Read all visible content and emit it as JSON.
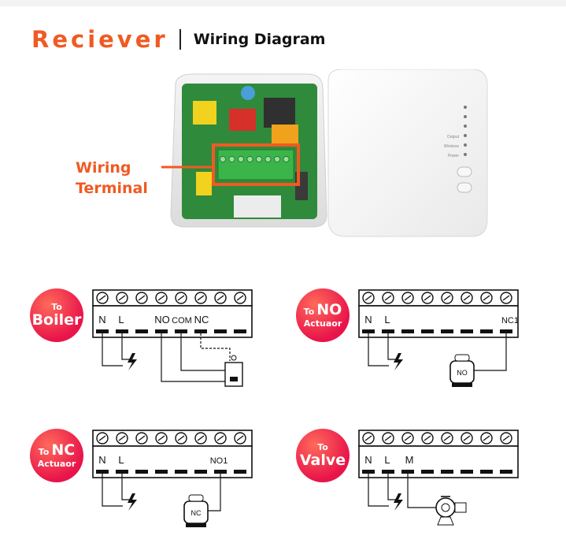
{
  "header": {
    "brand": "Reciever",
    "subtitle": "Wiring Diagram"
  },
  "photo": {
    "callout": {
      "line1": "Wiring",
      "line2": "Terminal"
    },
    "device_labels": [
      "Output",
      "Wireless",
      "Power"
    ]
  },
  "colors": {
    "accent": "#f05a22",
    "badge": "#e8144a",
    "pcb": "#2f8a3c",
    "terminal": "#3bb54a"
  },
  "panels": [
    {
      "badge": {
        "top": "To",
        "main": "Boiler",
        "sub": ""
      },
      "labels": [
        "N",
        "L",
        "NO",
        "COM",
        "NC"
      ],
      "device_label": ""
    },
    {
      "badge": {
        "top": "To",
        "main": "NO",
        "sub": "Actuaor"
      },
      "labels": [
        "N",
        "L",
        "NC1"
      ],
      "device_label": "NO"
    },
    {
      "badge": {
        "top": "To",
        "main": "NC",
        "sub": "Actuaor"
      },
      "labels": [
        "N",
        "L",
        "NO1"
      ],
      "device_label": "NC"
    },
    {
      "badge": {
        "top": "To",
        "main": "Valve",
        "sub": ""
      },
      "labels": [
        "N",
        "L",
        "M"
      ],
      "device_label": ""
    }
  ]
}
